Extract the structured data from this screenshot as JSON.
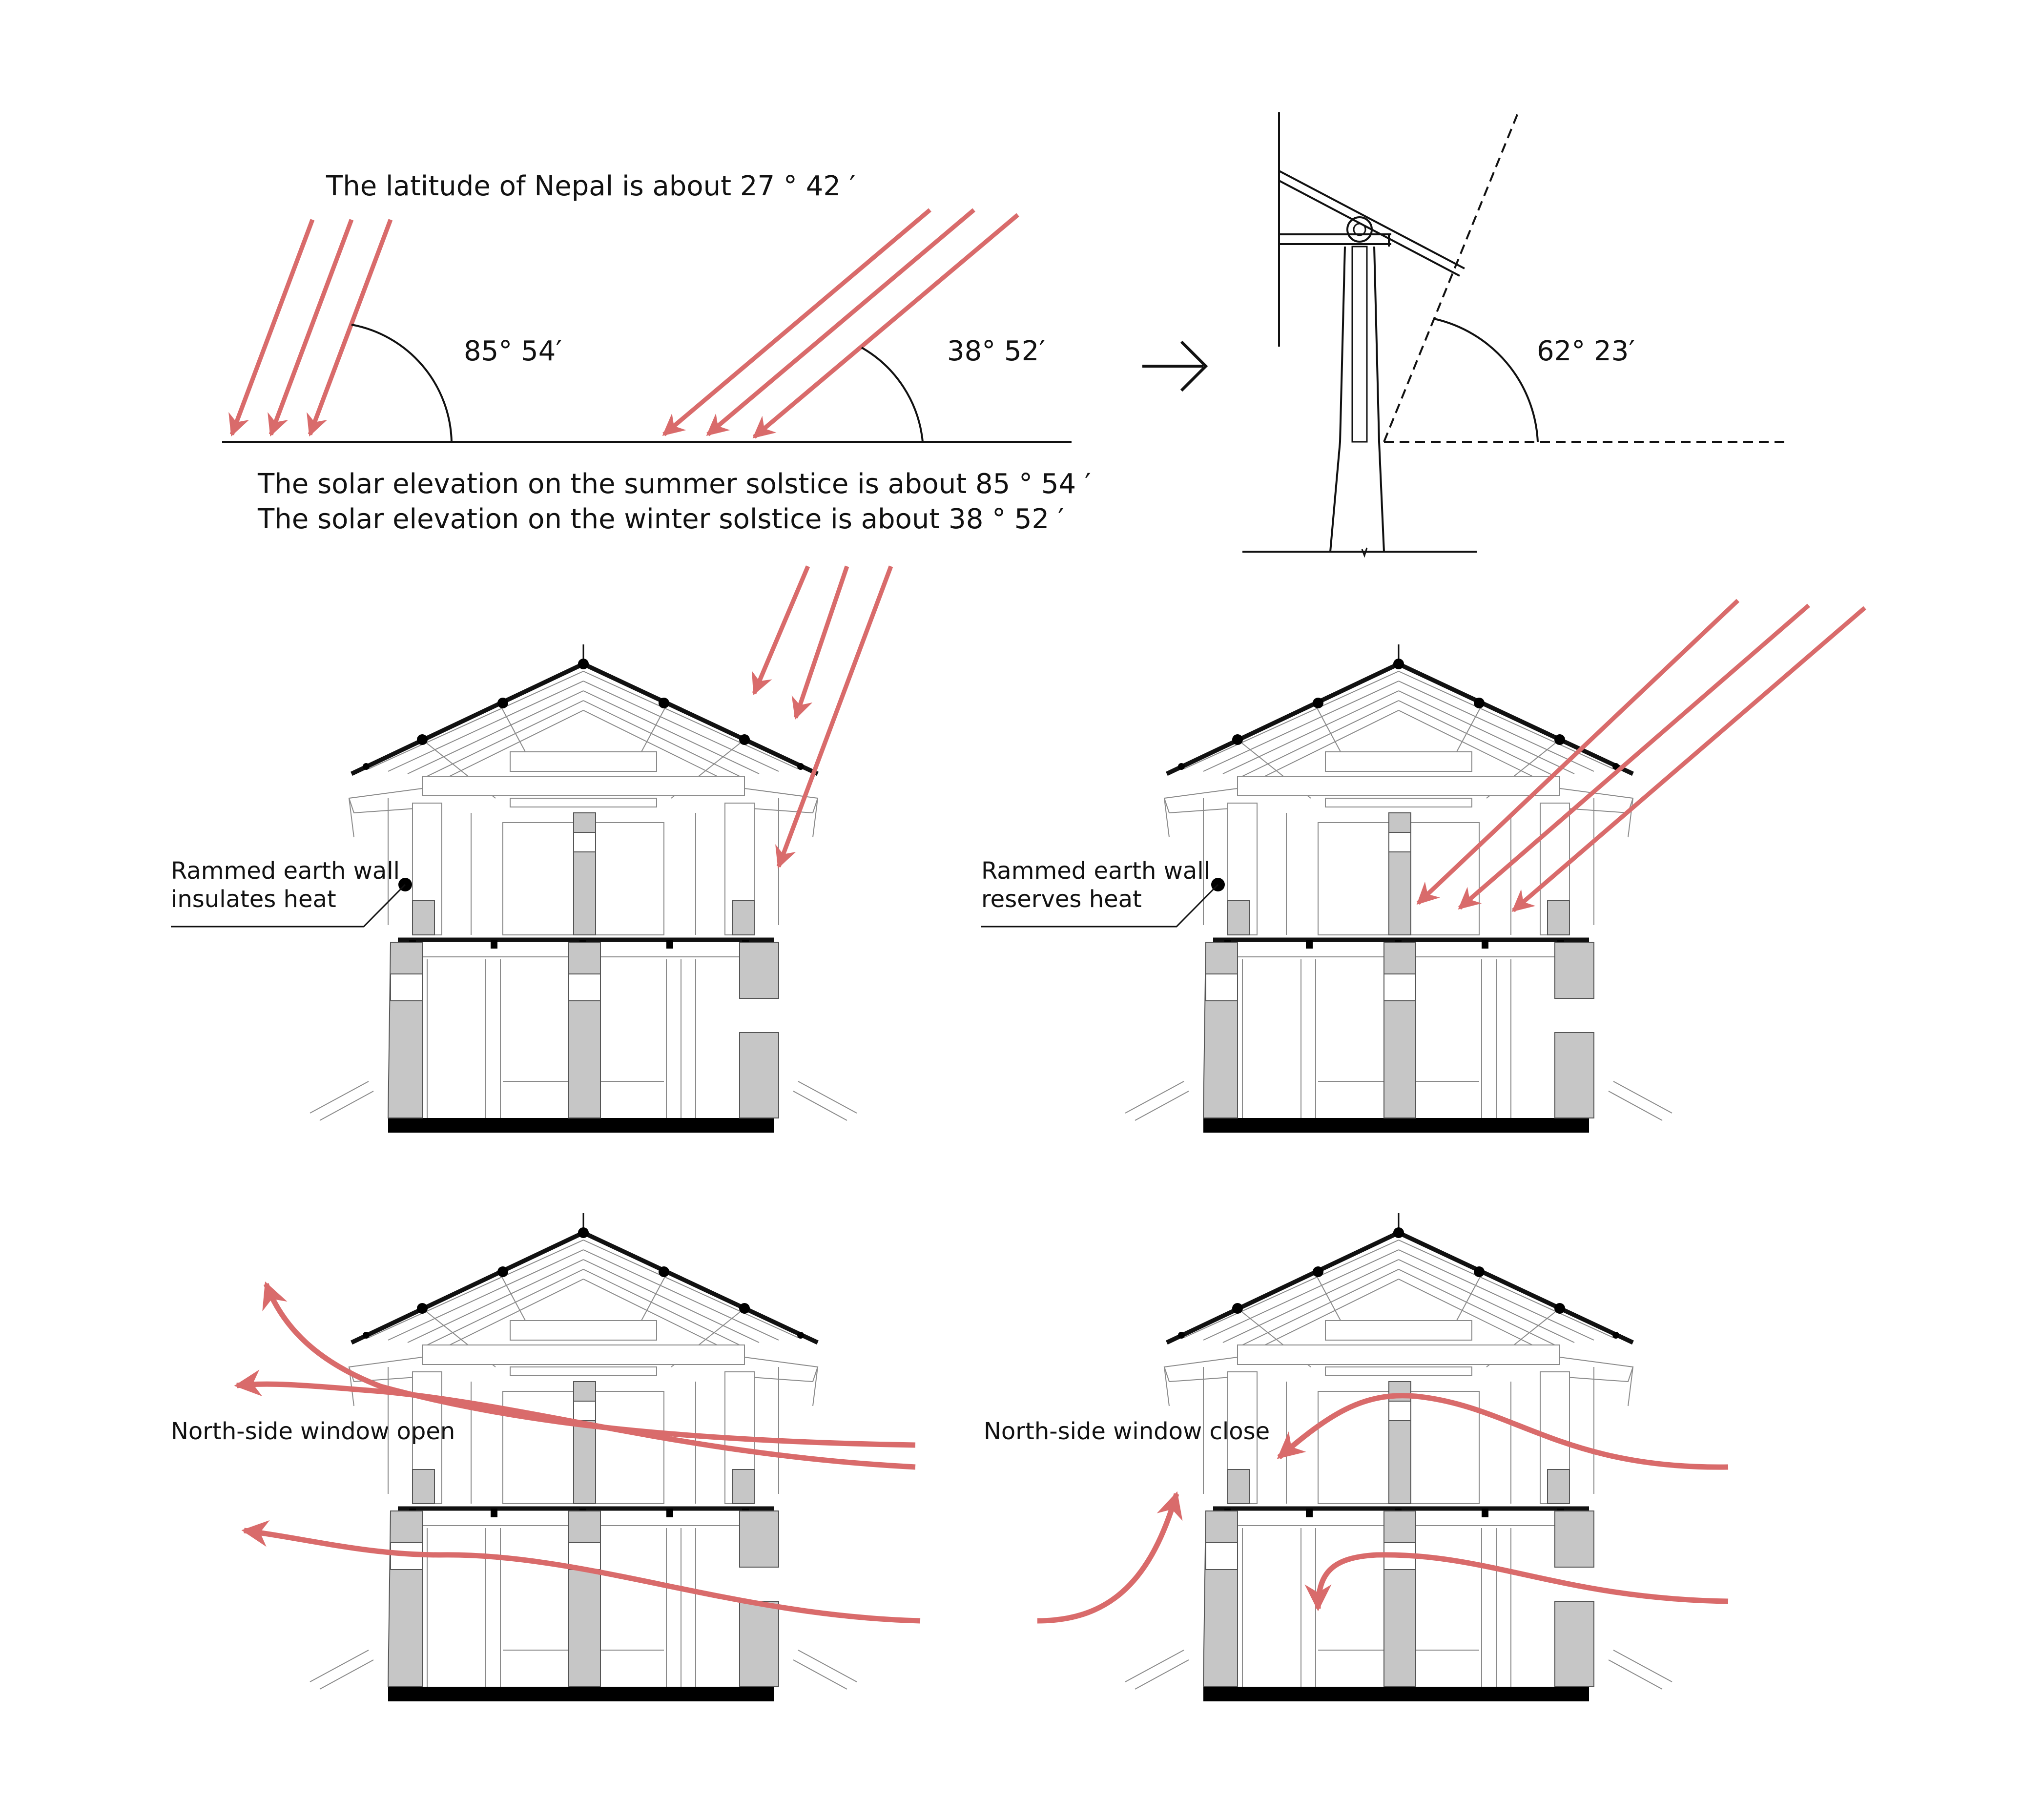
{
  "colors": {
    "arrow": "#d96b6b",
    "wall": "#c6c6c6",
    "ink": "#111111"
  },
  "header": {
    "latitude_text": "The latitude of  Nepal  is about 27 °    42 ′",
    "summer_text": "The solar elevation on the summer solstice is about 85 °    54 ′",
    "winter_text": "The solar elevation on the winter  solstice  is about 38 °    52 ′"
  },
  "angles": {
    "summer": "85°   54′",
    "winter": "38°   52′",
    "eave": "62°   23′"
  },
  "labels": {
    "insulates": [
      "Rammed earth wall",
      "insulates heat"
    ],
    "reserves": [
      "Rammed earth wall",
      "reserves heat"
    ],
    "window_open": "North-side window open",
    "window_close": "North-side window close"
  },
  "icons": {
    "flow_arrow": "right-arrow-icon",
    "sun_ray": "arrow-icon"
  }
}
